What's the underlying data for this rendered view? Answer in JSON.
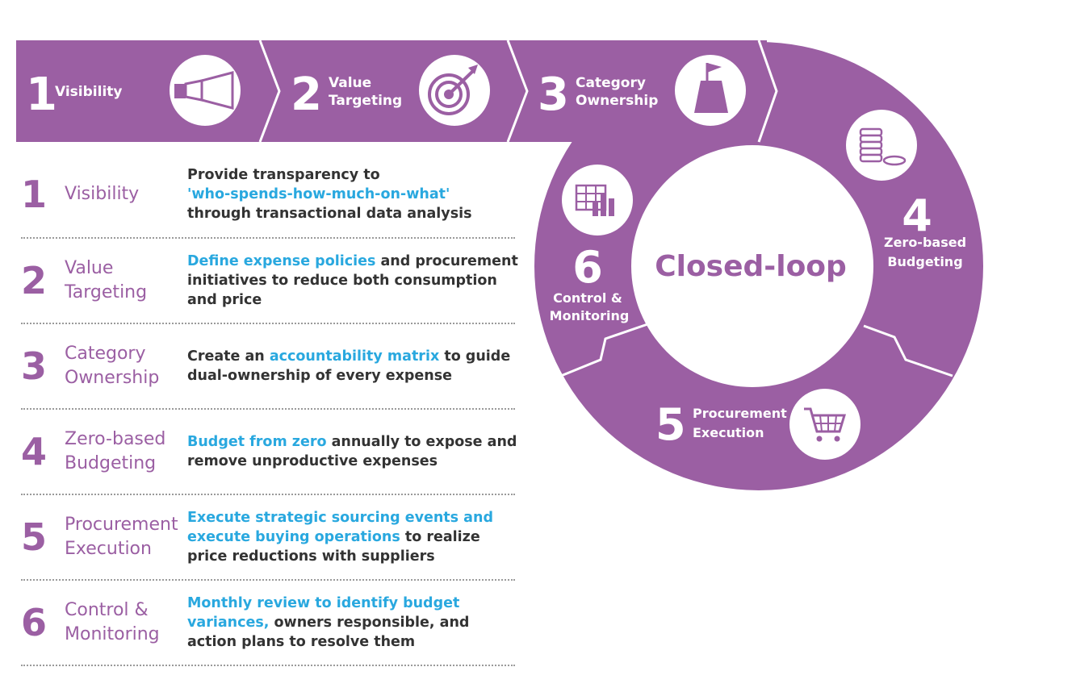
{
  "colors": {
    "purple": "#9b5fa3",
    "purple_dark": "#8a4f93",
    "highlight": "#29a8df",
    "text": "#333333"
  },
  "banner": [
    {
      "number": "1",
      "label_lines": [
        "Visibility"
      ],
      "icon": "flashlight-icon"
    },
    {
      "number": "2",
      "label_lines": [
        "Value",
        "Targeting"
      ],
      "icon": "target-icon"
    },
    {
      "number": "3",
      "label_lines": [
        "Category",
        "Ownership"
      ],
      "icon": "flag-on-hill-icon"
    }
  ],
  "loop": {
    "center_label": "Closed-loop",
    "steps": [
      {
        "number": "4",
        "label_lines": [
          "Zero-based",
          "Budgeting"
        ],
        "icon": "coins-icon"
      },
      {
        "number": "5",
        "label_lines": [
          "Procurement",
          "Execution"
        ],
        "icon": "shopping-cart-icon"
      },
      {
        "number": "6",
        "label_lines": [
          "Control &",
          "Monitoring"
        ],
        "icon": "spreadsheet-chart-icon"
      }
    ]
  },
  "rows": [
    {
      "number": "1",
      "name_lines": [
        "Visibility"
      ],
      "desc_lines": [
        "Provide transparency to",
        "'who-spends-how-much-on-what'",
        "through transactional data analysis"
      ],
      "desc": [
        {
          "t": "Provide transparency to ",
          "hl": false
        },
        {
          "t": "'who-spends-how-much-on-what'",
          "hl": true
        },
        {
          "t": " through transactional data analysis",
          "hl": false
        }
      ]
    },
    {
      "number": "2",
      "name_lines": [
        "Value",
        "Targeting"
      ],
      "desc": [
        {
          "t": "Define expense policies",
          "hl": true
        },
        {
          "t": " and procurement initiatives to reduce both consumption and price",
          "hl": false
        }
      ]
    },
    {
      "number": "3",
      "name_lines": [
        "Category",
        "Ownership"
      ],
      "desc": [
        {
          "t": "Create an ",
          "hl": false
        },
        {
          "t": "accountability matrix",
          "hl": true
        },
        {
          "t": " to guide dual-ownership of every expense",
          "hl": false
        }
      ]
    },
    {
      "number": "4",
      "name_lines": [
        "Zero-based",
        "Budgeting"
      ],
      "desc": [
        {
          "t": "Budget from zero",
          "hl": true
        },
        {
          "t": " annually to expose and remove unproductive expenses",
          "hl": false
        }
      ]
    },
    {
      "number": "5",
      "name_lines": [
        "Procurement",
        "Execution"
      ],
      "desc": [
        {
          "t": "Execute strategic sourcing events and execute buying operations",
          "hl": true
        },
        {
          "t": " to realize price reductions with suppliers",
          "hl": false
        }
      ]
    },
    {
      "number": "6",
      "name_lines": [
        "Control &",
        "Monitoring"
      ],
      "desc": [
        {
          "t": "Monthly review to identify budget variances,",
          "hl": true
        },
        {
          "t": " owners responsible, and action plans to resolve them",
          "hl": false
        }
      ]
    }
  ]
}
